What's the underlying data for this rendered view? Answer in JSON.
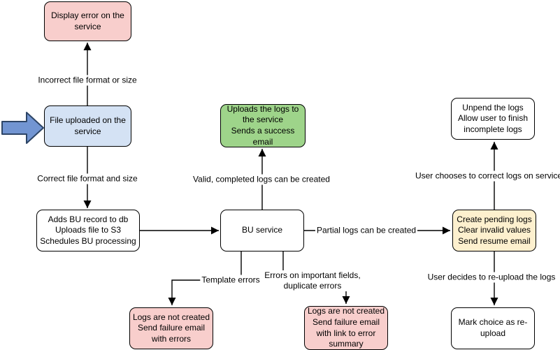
{
  "diagram": {
    "type": "flowchart",
    "background": "#ffffff",
    "nodes": {
      "display_error": {
        "text": "Display error on the\nservice",
        "fill": "pink"
      },
      "file_uploaded": {
        "text": "File uploaded on the\nservice",
        "fill": "blue"
      },
      "adds_bu_record": {
        "text": "Adds BU record to db\nUploads file to S3\nSchedules BU processing",
        "fill": "white"
      },
      "bu_service": {
        "text": "BU service",
        "fill": "white"
      },
      "uploads_logs": {
        "text": "Uploads the logs to\nthe service\nSends a success\nemail",
        "fill": "green"
      },
      "create_pending_logs": {
        "text": "Create pending logs\nClear invalid values\nSend resume email",
        "fill": "yellow"
      },
      "unpend_logs": {
        "text": "Unpend the logs\nAllow user to finish\nincomplete logs",
        "fill": "white"
      },
      "mark_choice_reupload": {
        "text": "Mark choice as re-\nupload",
        "fill": "white"
      },
      "logs_not_created_errors": {
        "text": "Logs are not created\nSend failure email\nwith errors",
        "fill": "pink"
      },
      "logs_not_created_summary": {
        "text": "Logs are not created\nSend failure email\nwith link to error\nsummary",
        "fill": "pink"
      }
    },
    "edge_labels": {
      "incorrect_format": "Incorrect file format or size",
      "correct_format": "Correct file format and size",
      "valid_completed": "Valid, completed logs can be created",
      "partial_logs": "Partial logs can be created",
      "template_errors": "Template errors",
      "important_fields": "Errors on important fields,\nduplicate errors",
      "user_corrects": "User chooses to correct logs on service",
      "user_reuploads": "User decides to re-upload the logs"
    },
    "colors": {
      "pink_fill": "#f8cecc",
      "blue_fill": "#d4e2f4",
      "green_fill": "#9ed48a",
      "yellow_fill": "#fdf0ce",
      "white_fill": "#ffffff",
      "stroke": "#000000",
      "text": "#000000",
      "block_arrow_fill": "#7295d2",
      "block_arrow_stroke": "#2d4566"
    }
  }
}
